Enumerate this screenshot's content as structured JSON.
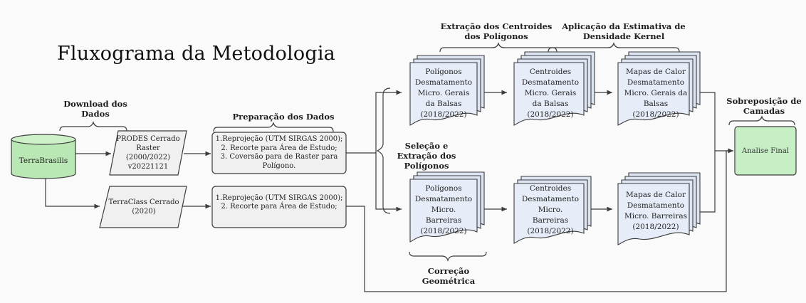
{
  "title": "Fluxograma da Metodologia",
  "headers": {
    "download": "Download dos Dados",
    "preparacao": "Preparação dos Dados",
    "extracao_centroides": "Extração dos Centroides dos Polígonos",
    "kernel": "Aplicação da Estimativa de Densidade Kernel",
    "selecao": "Seleção e Extração dos Polígonos",
    "correcao": "Correção Geométrica",
    "sobreposicao": "Sobreposição de Camadas"
  },
  "nodes": {
    "source": "TerraBrasilis",
    "prodes": "PRODES Cerrado Raster (2000/2022) v20221121",
    "terraclass": "TerraClass Cerrado (2020)",
    "prep1": [
      "1.Reprojeção (UTM SIRGAS 2000);",
      "2. Recorte para Área de Estudo;",
      "3. Coversão para de Raster para Polígono."
    ],
    "prep2": [
      "1.Reprojeção (UTM SIRGAS 2000);",
      "2. Recorte para Área de Estudo;"
    ],
    "poligonos_balsas": "Polígonos Desmatamento Micro. Gerais da Balsas (2018/2022)",
    "poligonos_barreiras": "Polígonos Desmatamento Micro. Barreiras (2018/2022)",
    "centroides_balsas": "Centroides Desmatamento Micro. Gerais da Balsas (2018/2022)",
    "centroides_barreiras": "Centroides Desmatamento Micro. Barreiras (2018/2022)",
    "mapas_balsas": "Mapas de Calor Desmatamento Micro. Gerais da Balsas (2018/2022)",
    "mapas_barreiras": "Mapas de Calor Desmatamento Micro. Barreiras (2018/2022)",
    "final": "Analise Final"
  },
  "colors": {
    "stroke": "#3c3c3c",
    "shape_fill": "#f0f0f0",
    "doc_fill": "#e8edf7",
    "source_fill": "#b9e8b4",
    "final_fill": "#c6efc6"
  }
}
